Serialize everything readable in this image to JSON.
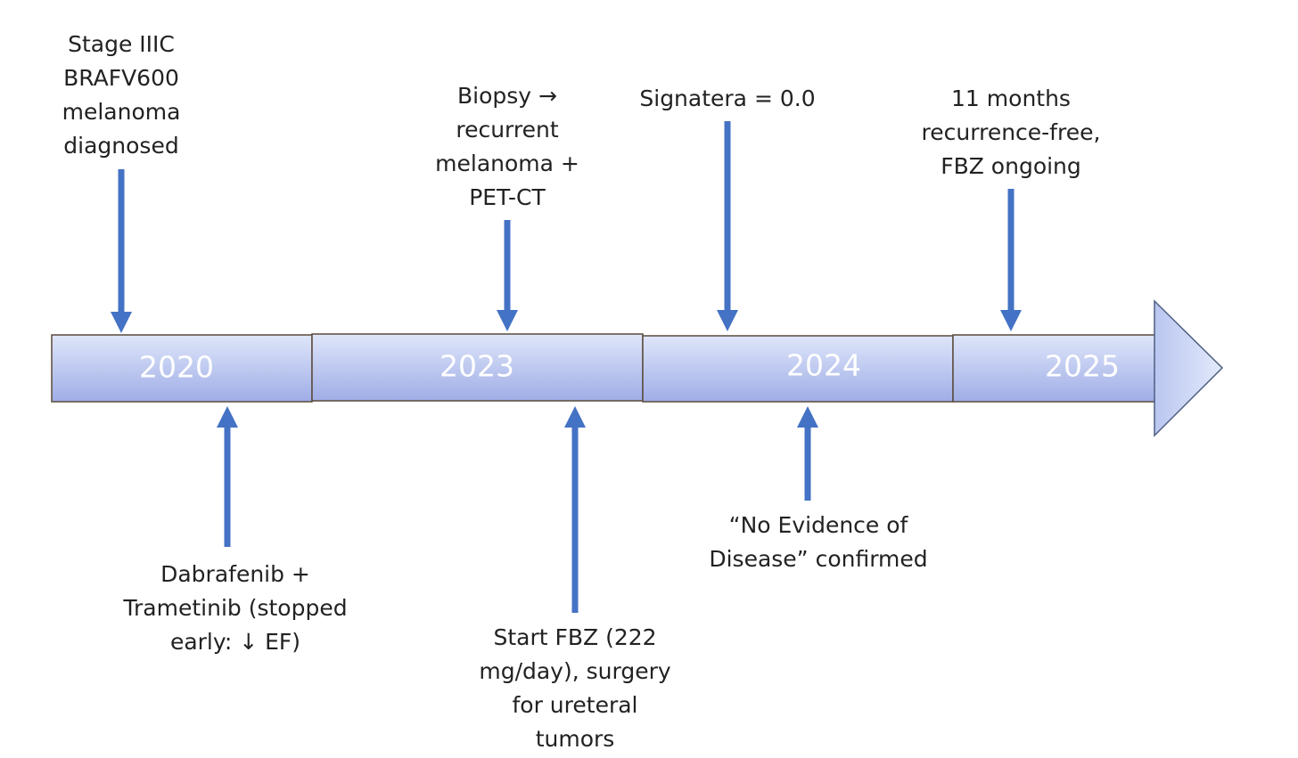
{
  "timeline": {
    "years": [
      "2020",
      "2023",
      "2024",
      "2025"
    ],
    "above_events": [
      {
        "year": "2020",
        "text": "Stage IIIC\nBRAFV600\nmelanoma\ndiagnosed"
      },
      {
        "year": "2023",
        "text": "Biopsy →\nrecurrent\nmelanoma +\nPET-CT"
      },
      {
        "year": "2024",
        "text": "Signatera = 0.0"
      },
      {
        "year": "2025",
        "text": "11 months\nrecurrence-free,\nFBZ ongoing"
      }
    ],
    "below_events": [
      {
        "year": "2020",
        "text": "Dabrafenib +\nTrametinib (stopped\nearly: ↓ EF)"
      },
      {
        "year": "2023",
        "text": "Start FBZ (222\nmg/day), surgery\nfor ureteral\ntumors"
      },
      {
        "year": "2024",
        "text": "“No Evidence of\nDisease” confirmed"
      }
    ]
  },
  "colors": {
    "arrow": "#4472c4",
    "bar_fill_light": "#dde4f8",
    "bar_fill_dark": "#9faee6",
    "bar_border": "#5a4a3a",
    "year_text": "#ffffff",
    "label_text": "#222222"
  }
}
